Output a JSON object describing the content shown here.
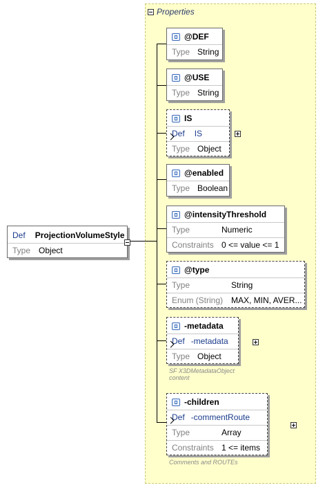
{
  "properties_label": "Properties",
  "root": {
    "def_label": "Def",
    "name": "ProjectionVolumeStyle",
    "type_label": "Type",
    "type_value": "Object"
  },
  "attributes": {
    "def_attr": {
      "name": "@DEF",
      "type_label": "Type",
      "type_value": "String"
    },
    "use_attr": {
      "name": "@USE",
      "type_label": "Type",
      "type_value": "String"
    },
    "is_elem": {
      "name": "IS",
      "def_label": "Def",
      "def_value": "IS",
      "type_label": "Type",
      "type_value": "Object"
    },
    "enabled": {
      "name": "@enabled",
      "type_label": "Type",
      "type_value": "Boolean"
    },
    "intensity": {
      "name": "@intensityThreshold",
      "type_label": "Type",
      "type_value": "Numeric",
      "constraints_label": "Constraints",
      "constraints_value": "0 <= value <= 1"
    },
    "type_attr": {
      "name": "@type",
      "type_label": "Type",
      "type_value": "String",
      "enum_label": "Enum (String)",
      "enum_value": "MAX, MIN, AVER..."
    },
    "metadata": {
      "name": "-metadata",
      "def_label": "Def",
      "def_value": "-metadata",
      "type_label": "Type",
      "type_value": "Object",
      "note_line1": "SF X3DMetadataObject",
      "note_line2": "content"
    },
    "children": {
      "name": "-children",
      "def_label": "Def",
      "def_value": "-commentRoute",
      "type_label": "Type",
      "type_value": "Array",
      "constraints_label": "Constraints",
      "constraints_value": "1 <= items",
      "note": "Comments and ROUTEs"
    }
  }
}
